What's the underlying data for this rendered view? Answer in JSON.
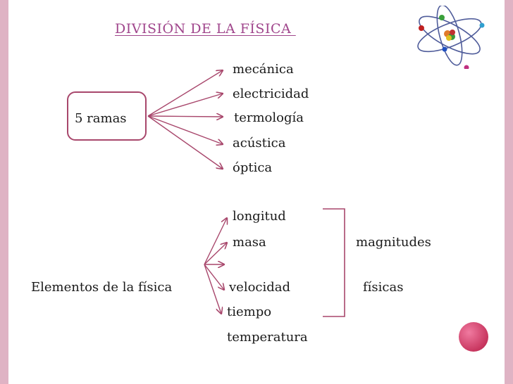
{
  "title": "DIVISIÓN DE LA FÍSICA ",
  "branches_node": "5 ramas",
  "branches": [
    "mecánica",
    "electricidad",
    "termología",
    "acústica",
    "óptica"
  ],
  "elements_node": "Elementos de la física",
  "elements": [
    "longitud",
    "masa",
    "velocidad",
    "tiempo",
    "temperatura"
  ],
  "magnitudes_label_1": "magnitudes",
  "magnitudes_label_2": "físicas",
  "colors": {
    "title": "#a0468c",
    "arrow": "#a8476c",
    "accent": "#dfb3c4",
    "dot": "#c8365f"
  },
  "icons": {
    "top_right": "atom-icon",
    "bottom_right": "circle-bullet"
  }
}
